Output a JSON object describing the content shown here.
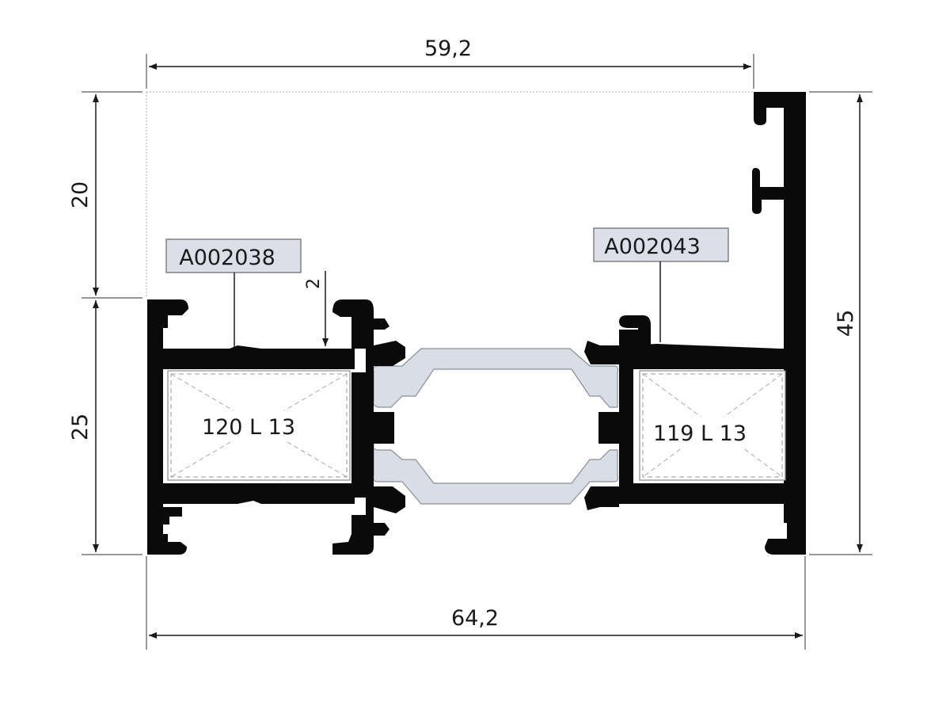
{
  "dimensions": {
    "top_width": "59,2",
    "bottom_width": "64,2",
    "left_upper_height": "20",
    "left_lower_height": "25",
    "right_total_height": "45",
    "small_gap": "2"
  },
  "part_labels": {
    "left_profile": "A002038",
    "right_profile": "A002043"
  },
  "chamber_labels": {
    "left_chamber": "120 L 13",
    "right_chamber": "119 L 13"
  },
  "colors": {
    "profile": "#0a0a0a",
    "thermal_break": "#d9dde6",
    "label_box": "#dcdfe8",
    "line": "#1a1a1a"
  }
}
